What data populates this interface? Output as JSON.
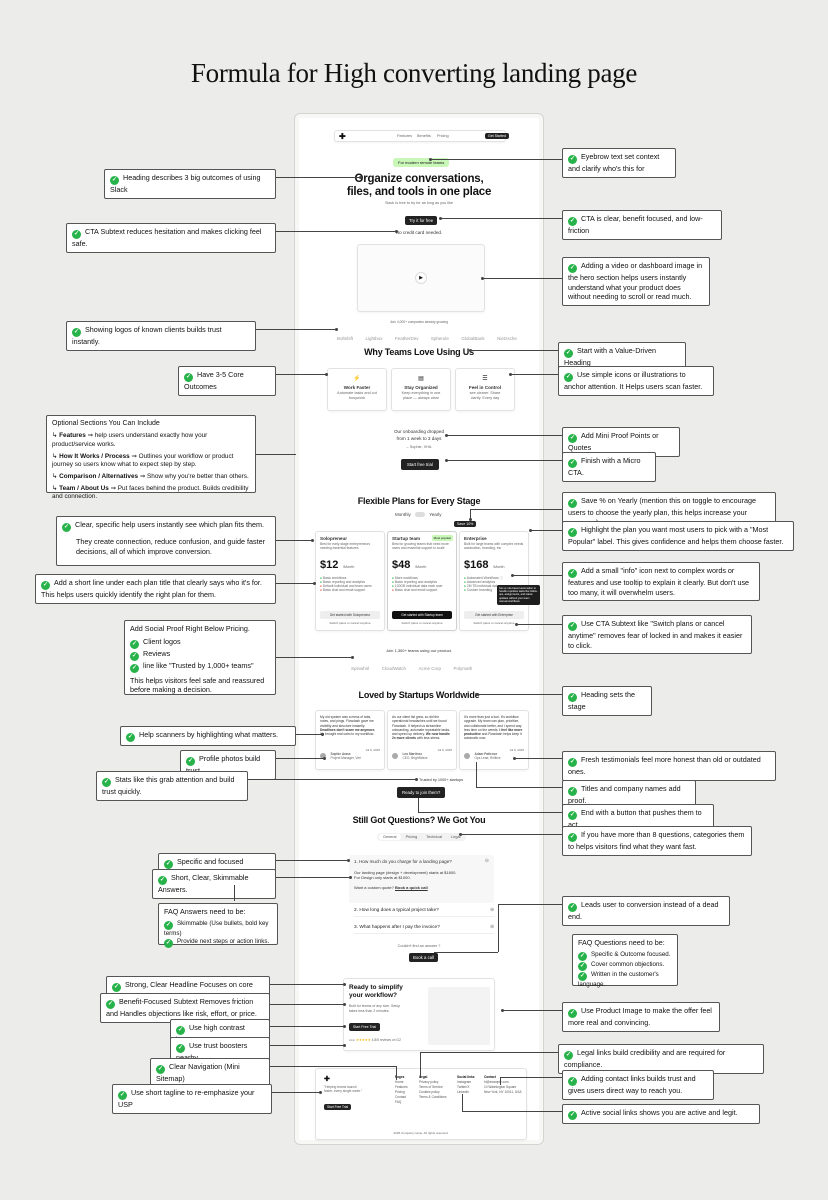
{
  "title": "Formula for High converting landing page",
  "mock": {
    "nav": {
      "links": [
        "Features",
        "Benefits",
        "Pricing"
      ],
      "cta": "Get Started"
    },
    "eyebrow": "For modern remote teams",
    "hero_title_1": "Organize conversations,",
    "hero_title_2": "files, and tools in one place",
    "hero_sub": "Slack is free to try for as long as you like",
    "hero_cta": "Try it for free",
    "hero_cta_sub": "No credit card needed.",
    "logos_title": "Join 4,000+ companies already growing",
    "logos": [
      "Boltshift",
      "Lightbox",
      "FeatherDev",
      "Spherule",
      "GlobalBank",
      "Nietzsche"
    ],
    "why_title": "Why Teams Love Using Us",
    "outcomes": [
      {
        "title": "Work Faster",
        "desc": "Automate tasks and cut busywork"
      },
      {
        "title": "Stay Organized",
        "desc": "Keep everything in one place — always clear"
      },
      {
        "title": "Feel in Control",
        "desc": "see clearer. Share clarity. Every day"
      }
    ],
    "proof_quote_1": "Our onboarding dropped",
    "proof_quote_2": "from 1 week to 3 days",
    "proof_author": "– Sophie, XHA",
    "why_cta": "Start free trial",
    "plans_title": "Flexible Plans for Every Stage",
    "toggle": [
      "Monthly",
      "Yearly"
    ],
    "save_badge": "Save 10%",
    "popular": "Most popular",
    "plans": [
      {
        "name": "Solopreneur",
        "desc": "Best for early-stage entrepreneurs needing essential features",
        "price": "$12",
        "per": "/Month",
        "features": [
          "Basic workflows",
          "Basic reporting and analytics",
          "Default individual and team users",
          "Basic chat and email support"
        ],
        "cta": "Get started with Solopreneur",
        "sub": "Switch plans or cancel anytime"
      },
      {
        "name": "Startup team",
        "desc": "Best for growing teams that need more users and essential support to scale",
        "price": "$48",
        "per": "/Month",
        "features": [
          "More workflows",
          "Basic reporting and analytics",
          "100GB individual data each user",
          "Basic chat and email support"
        ],
        "cta": "Get started with Startup team",
        "sub": "Switch plans or cancel anytime"
      },
      {
        "name": "Enterprise",
        "desc": "Built for large teams with complex needs automation, branding, etc",
        "price": "$168",
        "per": "/Month",
        "features": [
          "Automated Workflows",
          "Advanced analytics",
          "2M TB individual data",
          "Custom branding"
        ],
        "cta": "Get started with Enterprise",
        "sub": "Switch plans or cancel anytime"
      }
    ],
    "tooltip": "Set up rule-based automation to handle repetitive tasks like follow-ups, assignments, and status updates without your team manual workflows.",
    "plan_logos_title": "Join 1,300+ teams using our product.",
    "plan_logos": [
      "Spinwhirl",
      "CloudWatch",
      "Acme Corp",
      "Polymath"
    ],
    "test_title": "Loved by Startups Worldwide",
    "testimonials": [
      {
        "text": "My old system was a mess of tabs, notes, and pings. Flowdash gave me visibility and structure instantly.",
        "bold": "Deadlines don't scare me anymore.",
        "tail": "It's brought real calm to my workflow.",
        "name": "Sophie Arase",
        "role": "Project Manager, Veri",
        "date": "Jul 9, 2025"
      },
      {
        "text": "As our client list grew, so did the operational headaches until we found Flowdash. It helped us streamline onboarding, automate repeatable tasks, and speed up delivery.",
        "bold": "We now handle 2x more clients",
        "tail": "with less stress.",
        "name": "Leo Martinez",
        "role": "CEO, BrightWave",
        "date": "Jul 9, 2025"
      },
      {
        "text": "It's more than just a tool. It's workflow upgrade. My team can plan, prioritize, and collaborate better, and I spend way less time on the weeds.",
        "bold": "I feel like more productive",
        "tail": "and Flowdash helps keep it automatic now.",
        "name": "Adam Patience",
        "role": "Ops Lead, Relitive",
        "date": "Jul 9, 2025"
      }
    ],
    "trusted": "Trusted by 1000+ startups",
    "join_cta": "Ready to join them?",
    "faq_title": "Still Got Questions? We Got You",
    "faq_tabs": [
      "General",
      "Pricing",
      "Technical",
      "Legal"
    ],
    "faq_q1": "1. How much do you charge for a landing page?",
    "faq_a1_1": "Our landing page (design + development) starts at $1800.",
    "faq_a1_2": "For Design only starts at $1000.",
    "faq_custom": "Want a custom quote?",
    "faq_call": "Book a quick call",
    "faq_q2": "2. How long does a typical project take?",
    "faq_q3": "3. What happens after I pay the invoice?",
    "faq_still": "Couldn't find an answer ?",
    "faq_cta": "Book a call",
    "final_title_1": "Ready to simplify",
    "final_title_2": "your workflow?",
    "final_sub": "Built for teams of any size. Setup takes less than 2 minutes.",
    "final_cta": "Start Free Trial",
    "final_rating": "4.8/5 reviews on G2",
    "footer_tagline": "\"Helping teams launch faster, every single week.\"",
    "footer_cta": "Start Free Trial",
    "footer_cols": [
      {
        "title": "Pages",
        "items": [
          "Home",
          "Features",
          "Pricing",
          "Contact",
          "FAQ"
        ]
      },
      {
        "title": "Legal",
        "items": [
          "Privacy policy",
          "Terms of Service",
          "Cookies policy",
          "Terms & Conditions"
        ]
      },
      {
        "title": "Social links",
        "items": [
          "Instagram",
          "Twitter/X",
          "LinkedIn"
        ]
      },
      {
        "title": "Contact",
        "items": [
          "hi@example.com",
          "10 Washington Square",
          "New York, NY 10011, USA"
        ]
      }
    ],
    "copyright": "2025 Company name. All rights reserved."
  },
  "notes": {
    "n1": "Heading describes 3 big outcomes of using Slack",
    "n2": "CTA Subtext reduces hesitation and makes clicking feel safe.",
    "n3": "Showing logos of known clients builds trust instantly.",
    "n4": "Have 3-5 Core Outcomes",
    "opt": {
      "title": "Optional Sections You Can Include",
      "items": [
        {
          "b": "Features",
          "t": "⇒ help users understand exactly how your product/service works."
        },
        {
          "b": "How It Works / Process",
          "t": "⇒ Outlines your workflow or product journey so users know what to expect step by step."
        },
        {
          "b": "Comparison / Alternatives",
          "t": "⇒ Show why you're better than others."
        },
        {
          "b": "Team / About Us",
          "t": "⇒ Put faces behind the product. Builds credibility and connection."
        }
      ]
    },
    "n5": "Clear, specific help users instantly see which plan fits them.",
    "n5b": "They create connection, reduce confusion, and guide faster decisions, all of which improve conversion.",
    "n6": "Add a short line under each plan title that clearly says who it's for. This helps users quickly identify the right plan for them.",
    "sp": {
      "title": "Add Social Proof Right Below Pricing.",
      "items": [
        "Client logos",
        "Reviews",
        "line like \"Trusted by 1,000+ teams\""
      ],
      "tail": "This helps visitors feel safe and reassured before making a decision."
    },
    "n7": "Help scanners by highlighting what matters.",
    "n8": "Profile photos build trust",
    "n9": "Stats like this grab attention and build trust quickly.",
    "n10": "Specific and focused questions.",
    "n11": "Short, Clear, Skimmable Answers.",
    "faqa": {
      "title": "FAQ Answers need to be:",
      "items": [
        "Skimmable (Use bullets, bold key terms)",
        "Provide next steps or action links."
      ]
    },
    "n12": "Strong, Clear Headline Focuses on core offer,outcome.",
    "n13": "Benefit-Focused Subtext Removes friction and Handles objections like risk, effort, or price.",
    "n14": "Use high contrast button",
    "n15": "Use trust boosters nearby",
    "n16": "Clear Navigation (Mini Sitemap)",
    "n17": "Use short tagline to re-emphasize your USP",
    "r1": "Eyebrow text set context and clarify who's this for",
    "r2": "CTA is clear, benefit focused, and low-friction",
    "r3": "Adding a video or dashboard image in the hero section helps users instantly understand what your product does without needing to scroll or read much.",
    "r4": "Start with a Value-Driven Heading",
    "r5": "Use simple icons or illustrations to anchor attention. It Helps users scan faster.",
    "r6": "Add Mini Proof Points or Quotes",
    "r7": "Finish with a Micro CTA.",
    "r8": "Save % on Yearly (mention this on toggle to encourage users to choose the yearly plan, this helps increase your revenue.)",
    "r9": "Highlight the plan you want most users to pick with a \"Most Popular\" label. This gives confidence and helps them choose faster.",
    "r10": "Add a small \"info\" icon next to complex words or features and use tooltip to explain it clearly. But don't use too many, it will overwhelm users.",
    "r11": "Use CTA Subtext like \"Switch plans or cancel anytime\" removes fear of locked in and makes it easier to click.",
    "r12": "Heading sets the stage",
    "r13": "Fresh testimonials feel more honest than old or outdated ones.",
    "r14": "Titles and company names add proof.",
    "r15": "End with a button that pushes them to act.",
    "r16": "If you have more than 8 questions, categories them to helps visitors find what they want fast.",
    "r17": "Leads user to conversion instead of a dead end.",
    "faqq": {
      "title": "FAQ Questions need to be:",
      "items": [
        "Specific & Outcome focused.",
        "Cover common objections.",
        "Written in the customer's language."
      ]
    },
    "r18": "Use Product Image to make the offer feel more real and convincing.",
    "r19": "Legal links build credibility and are required for compliance.",
    "r20": "Adding contact links builds trust and gives users direct way to reach you.",
    "r21": "Active social links shows you are active and legit."
  }
}
